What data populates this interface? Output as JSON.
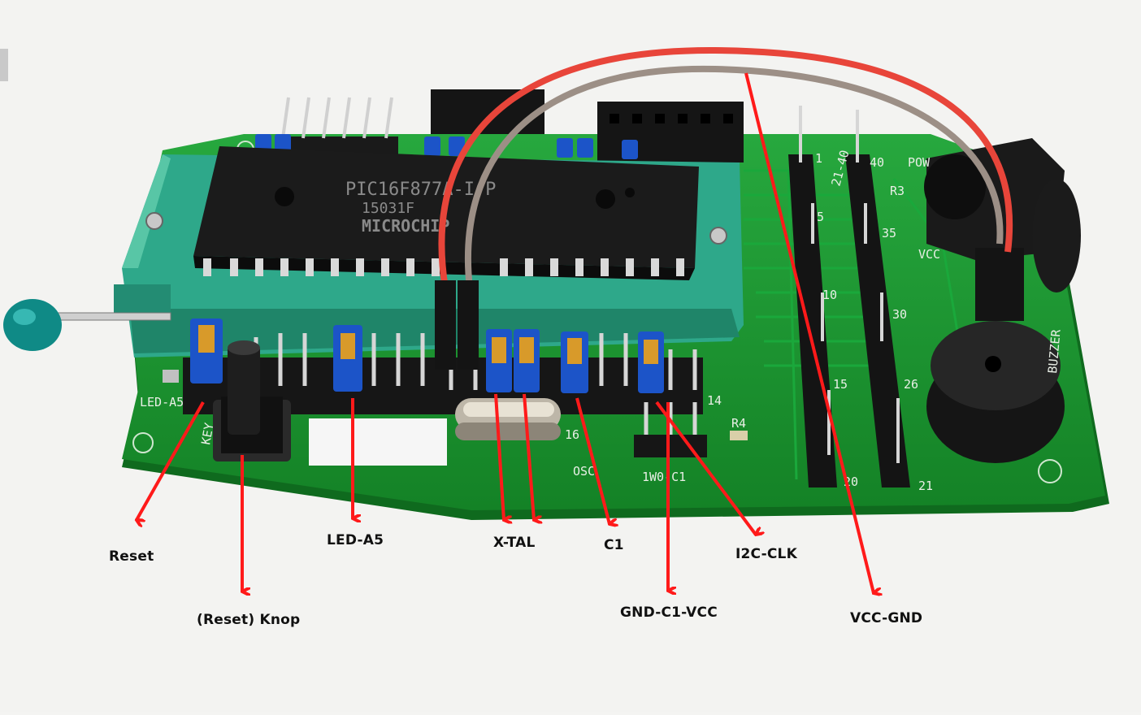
{
  "chip": {
    "part": "PIC16F877A-I/P",
    "code": "15031F",
    "brand": "MICROCHIP"
  },
  "silkscreen": {
    "led": "LED-A5",
    "key": "KEY",
    "osc": "OSC",
    "w1": "1W0-C1",
    "r3": "R3",
    "r4": "R4",
    "pow": "POW",
    "vcc": "VCC",
    "buzzer": "BUZZER",
    "range": "21-40",
    "n14": "14",
    "n16": "16",
    "pins": [
      "1",
      "5",
      "10",
      "15",
      "20",
      "40",
      "35",
      "30",
      "26",
      "21"
    ]
  },
  "annotations": [
    {
      "id": "reset",
      "text": "Reset"
    },
    {
      "id": "knop",
      "text": "(Reset) Knop"
    },
    {
      "id": "led",
      "text": "LED-A5"
    },
    {
      "id": "xtal",
      "text": "X-TAL"
    },
    {
      "id": "c1",
      "text": "C1"
    },
    {
      "id": "gnd",
      "text": "GND-C1-VCC"
    },
    {
      "id": "i2c",
      "text": "I2C-CLK"
    },
    {
      "id": "vccgnd",
      "text": "VCC-GND"
    }
  ],
  "colors": {
    "pcb": "#1f9a35",
    "socket": "#2ea88a",
    "chip": "#1b1b1b",
    "jumper": "#1c54c8",
    "arrow": "#ff1a1a",
    "wire_red": "#e8453a",
    "wire_brown": "#9c8f86"
  }
}
